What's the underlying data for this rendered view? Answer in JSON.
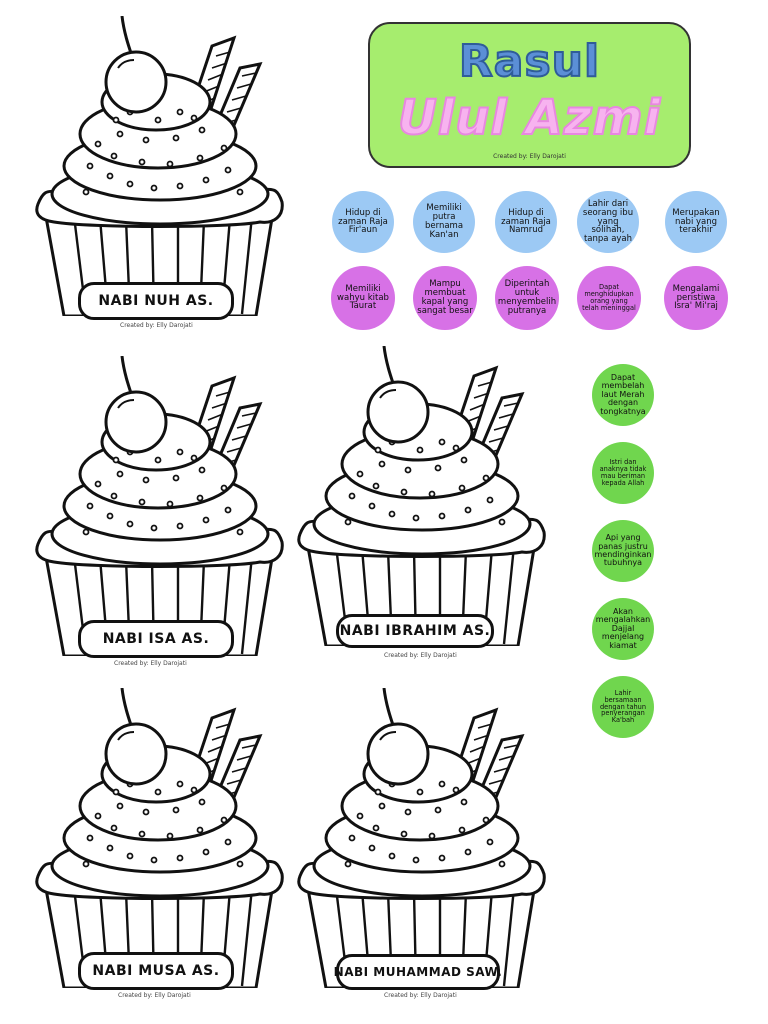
{
  "title": {
    "line1": "Rasul",
    "line2": "Ulul Azmi",
    "credit": "Created by: Elly Darojati"
  },
  "cupcakes": [
    {
      "label": "NABI NUH AS.",
      "credit": "Created by: Elly Darojati"
    },
    {
      "label": "NABI ISA AS.",
      "credit": "Created by: Elly Darojati"
    },
    {
      "label": "NABI IBRAHIM AS.",
      "credit": "Created by: Elly Darojati"
    },
    {
      "label": "NABI MUSA AS.",
      "credit": "Created by: Elly Darojati"
    },
    {
      "label": "NABI MUHAMMAD SAW.",
      "credit": "Created by: Elly Darojati"
    }
  ],
  "blue_circles": [
    "Hidup di zaman Raja Fir'aun",
    "Memiliki putra bernama Kan'an",
    "Hidup di zaman Raja Namrud",
    "Lahir dari seorang ibu yang solihah, tanpa ayah",
    "Merupakan nabi yang terakhir"
  ],
  "purple_circles": [
    "Memiliki wahyu kitab Taurat",
    "Mampu membuat kapal yang sangat besar",
    "Diperintah untuk menyembelih putranya",
    "Dapat menghidupkan orang yang telah meninggal",
    "Mengalami peristiwa Isra' Mi'raj"
  ],
  "green_circles": [
    "Dapat membelah laut Merah dengan tongkatnya",
    "Istri dan anaknya tidak mau beriman kepada Allah",
    "Api yang panas justru mendinginkan tubuhnya",
    "Akan mengalahkan Dajjal menjelang kiamat",
    "Lahir bersamaan dengan tahun penyerangan Ka'bah"
  ],
  "colors": {
    "title_bg": "#a6ed6e",
    "blue": "#9cc9f4",
    "purple": "#d771e6",
    "green": "#70d64e"
  }
}
